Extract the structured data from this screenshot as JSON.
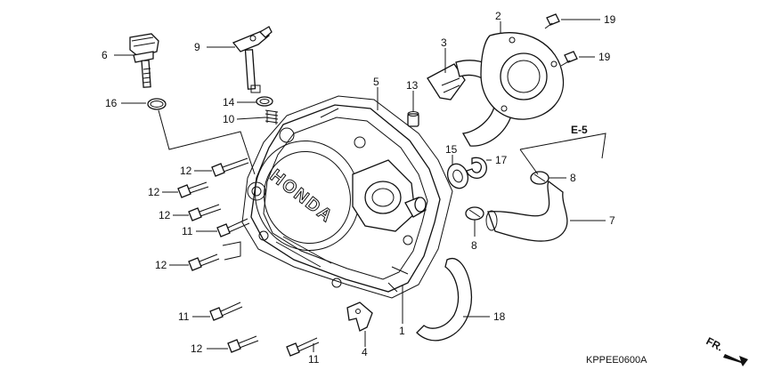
{
  "diagram": {
    "drawing_code": "KPPEE0600A",
    "section_ref": "E-5",
    "direction_label": "FR.",
    "callouts": [
      {
        "id": "c2",
        "label": "2"
      },
      {
        "id": "c3",
        "label": "3"
      },
      {
        "id": "c19a",
        "label": "19"
      },
      {
        "id": "c19b",
        "label": "19"
      },
      {
        "id": "c6",
        "label": "6"
      },
      {
        "id": "c9",
        "label": "9"
      },
      {
        "id": "c5",
        "label": "5"
      },
      {
        "id": "c13",
        "label": "13"
      },
      {
        "id": "c16",
        "label": "16"
      },
      {
        "id": "c14",
        "label": "14"
      },
      {
        "id": "c10",
        "label": "10"
      },
      {
        "id": "c15",
        "label": "15"
      },
      {
        "id": "c17",
        "label": "17"
      },
      {
        "id": "c8a",
        "label": "8"
      },
      {
        "id": "c12a",
        "label": "12"
      },
      {
        "id": "c12b",
        "label": "12"
      },
      {
        "id": "c12c",
        "label": "12"
      },
      {
        "id": "c11a",
        "label": "11"
      },
      {
        "id": "c7",
        "label": "7"
      },
      {
        "id": "c8b",
        "label": "8"
      },
      {
        "id": "c12d",
        "label": "12"
      },
      {
        "id": "c11b",
        "label": "11"
      },
      {
        "id": "c1",
        "label": "1"
      },
      {
        "id": "c18",
        "label": "18"
      },
      {
        "id": "c12e",
        "label": "12"
      },
      {
        "id": "c4",
        "label": "4"
      },
      {
        "id": "c11c",
        "label": "11"
      }
    ],
    "cover_logo_text": "HONDA"
  }
}
